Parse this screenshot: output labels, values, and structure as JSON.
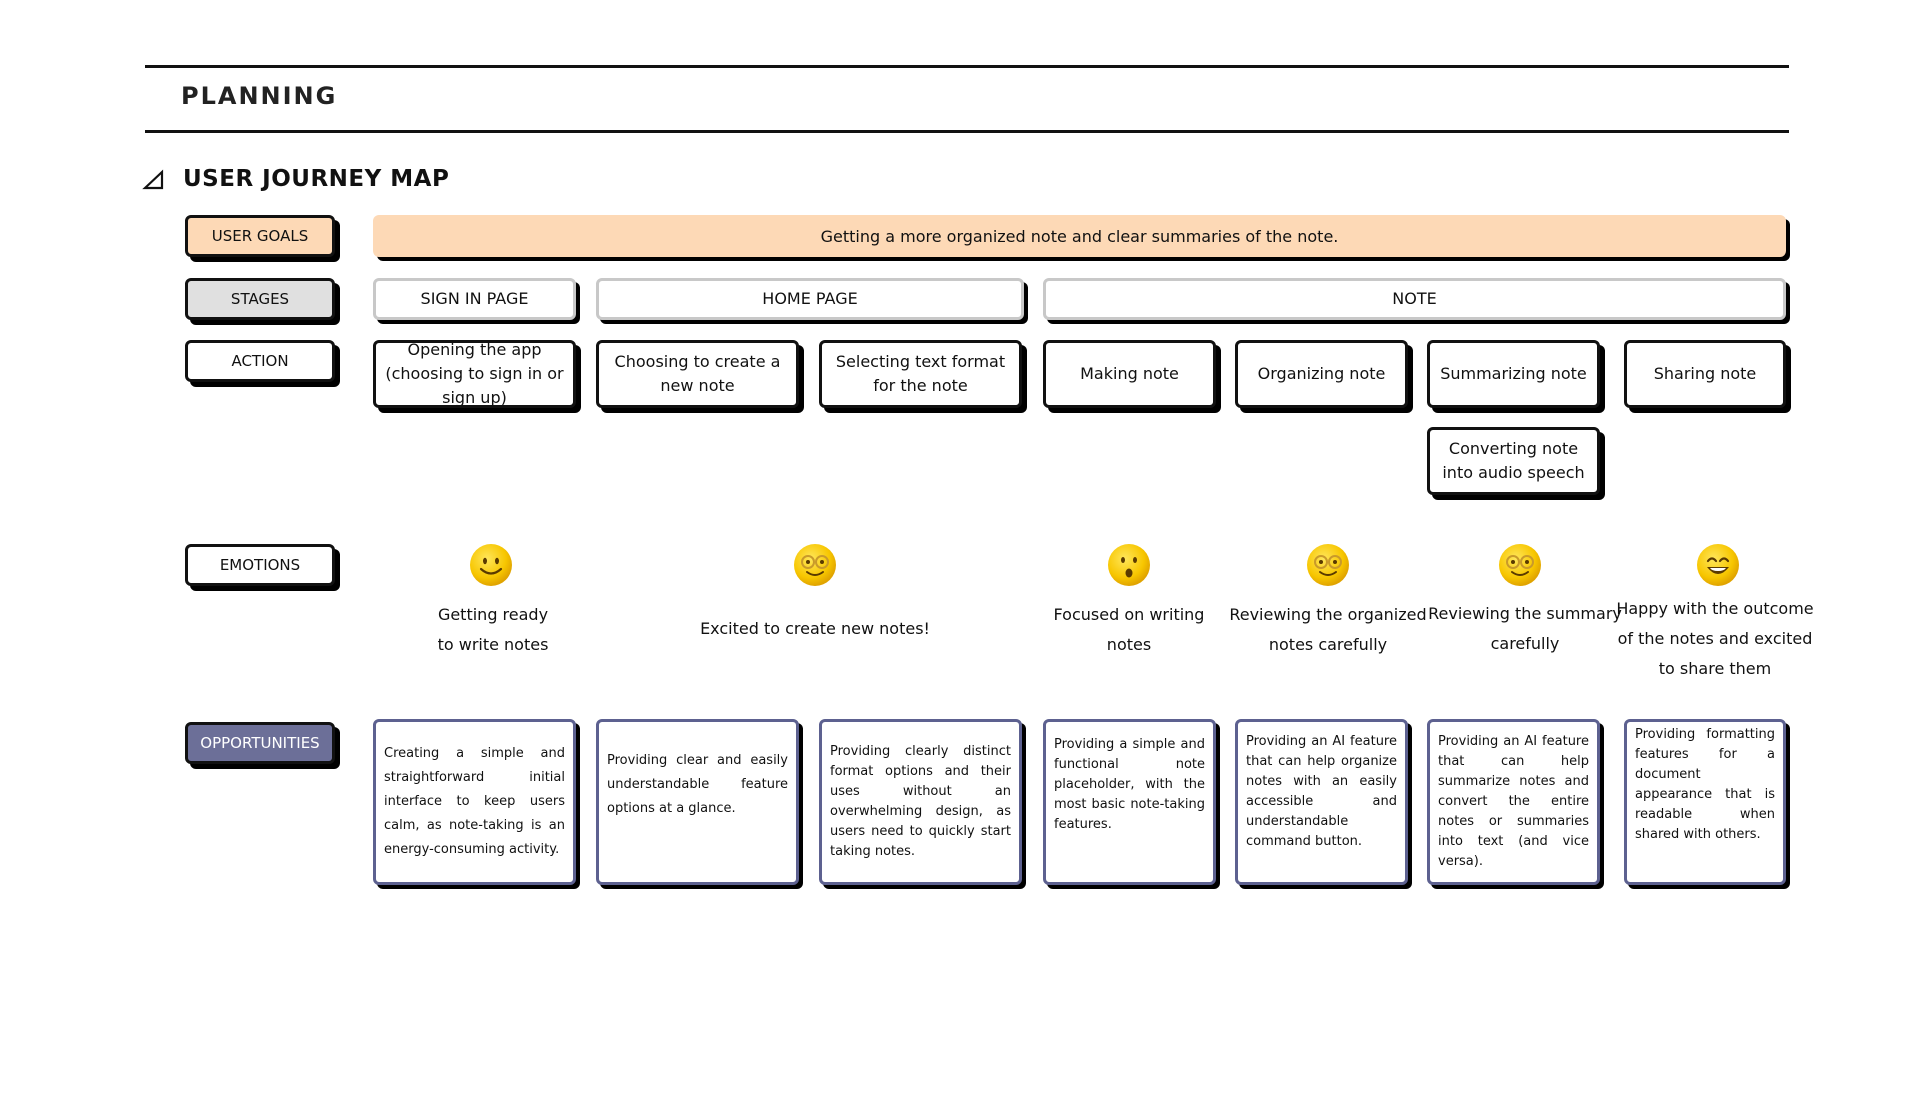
{
  "header": {
    "title": "PLANNING"
  },
  "section": {
    "title": "USER JOURNEY MAP",
    "icon": "triangle-icon"
  },
  "labels": {
    "user_goals": "USER GOALS",
    "stages": "STAGES",
    "action": "ACTION",
    "emotions": "EMOTIONS",
    "opportunities": "OPPORTUNITIES"
  },
  "colors": {
    "goal_label": "#fdd9b6",
    "stages_label": "#e0e0e0",
    "opportunities_label": "#6c6f98",
    "opportunity_border": "#5d6190"
  },
  "user_goal": "Getting a more organized note and clear summaries of the note.",
  "stages": [
    "SIGN IN PAGE",
    "HOME PAGE",
    "NOTE"
  ],
  "actions": [
    "Opening the app (choosing to sign in or sign up)",
    "Choosing to create a new note",
    "Selecting text format for the note",
    "Making note",
    "Organizing note",
    "Summarizing note",
    "Sharing note",
    "Converting note into audio speech"
  ],
  "emotions": [
    {
      "icon": "smiling-face-icon",
      "text_lines": [
        "Getting ready",
        "to write notes"
      ]
    },
    {
      "icon": "nerd-face-icon",
      "text_lines": [
        "Excited to create new notes!"
      ]
    },
    {
      "icon": "surprised-face-icon",
      "text_lines": [
        "Focused on writing",
        "notes"
      ]
    },
    {
      "icon": "nerd-face-icon",
      "text_lines": [
        "Reviewing the organized",
        "notes carefully"
      ]
    },
    {
      "icon": "nerd-face-icon",
      "text_lines": [
        "Reviewing the summary",
        "carefully"
      ]
    },
    {
      "icon": "grinning-face-icon",
      "text_lines": [
        "Happy with the outcome",
        "of the notes and excited",
        "to share them"
      ]
    }
  ],
  "opportunities": [
    "Creating a simple and straightforward initial interface to keep users calm, as note-taking is an energy-consuming activity.",
    "Providing clear and easily understandable feature options at a glance.",
    "Providing clearly distinct format options and their uses without an overwhelming design, as users need to quickly start taking notes.",
    "Providing a simple and functional note placeholder, with the most basic note-taking features.",
    "Providing an AI feature that can help organize notes with an easily accessible and understandable command button.",
    "Providing an AI feature that can help summarize notes and convert the entire notes or summaries into text (and vice versa).",
    "Providing formatting features for a document appearance that is readable when shared with others."
  ]
}
